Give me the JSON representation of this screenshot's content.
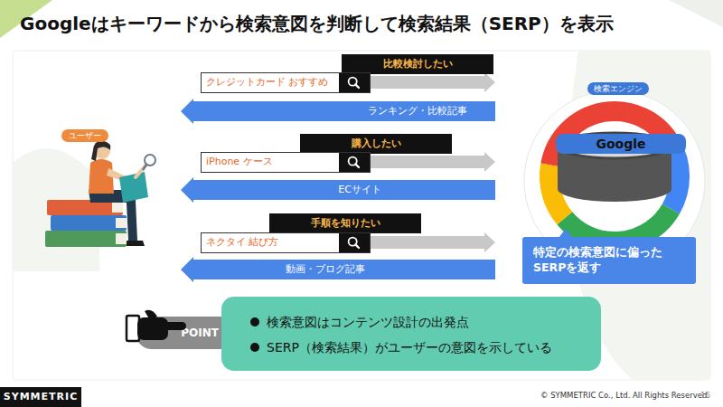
{
  "diagram": {
    "title": "Googleはキーワードから検索意図を判断して検索結果（SERP）を表示",
    "nodes": [
      {
        "text": [
          "ユーザー"
        ]
      },
      {
        "text": [
          "比較検討したい"
        ]
      },
      {
        "text": [
          "クレジットカード おすすめ"
        ]
      },
      {
        "text": [
          "購入したい"
        ]
      },
      {
        "text": [
          "iPhone ケース"
        ]
      },
      {
        "text": [
          "手順を知りたい"
        ]
      },
      {
        "text": [
          "ネクタイ 結び方"
        ]
      },
      {
        "text": [
          "検索エンジン"
        ]
      },
      {
        "text": [
          "Google"
        ],
        "in": 7
      },
      {
        "text": [
          "特定の検索意図に偏った SERPを返す"
        ]
      },
      {
        "text": [
          "POINT"
        ]
      },
      {
        "text": [
          "検索意図はコンテンツ設計の出発点",
          "SERP（検索結果）がユーザーの意図を示している"
        ]
      }
    ],
    "edges": [
      {
        "from": 2,
        "to": 7,
        "arrow": "to"
      },
      {
        "from": 7,
        "to": 0,
        "label": "ランキング・比較記事",
        "arrow": "to"
      },
      {
        "from": 4,
        "to": 7,
        "arrow": "to"
      },
      {
        "from": 7,
        "to": 0,
        "label": "ECサイト",
        "arrow": "to"
      },
      {
        "from": 6,
        "to": 7,
        "arrow": "to"
      },
      {
        "from": 7,
        "to": 0,
        "label": "動画・ブログ記事",
        "arrow": "to"
      }
    ],
    "labels": [
      "SYMMETRIC",
      "© SYMMETRIC Co., Ltd. All Rights Reserved.",
      "16"
    ]
  }
}
